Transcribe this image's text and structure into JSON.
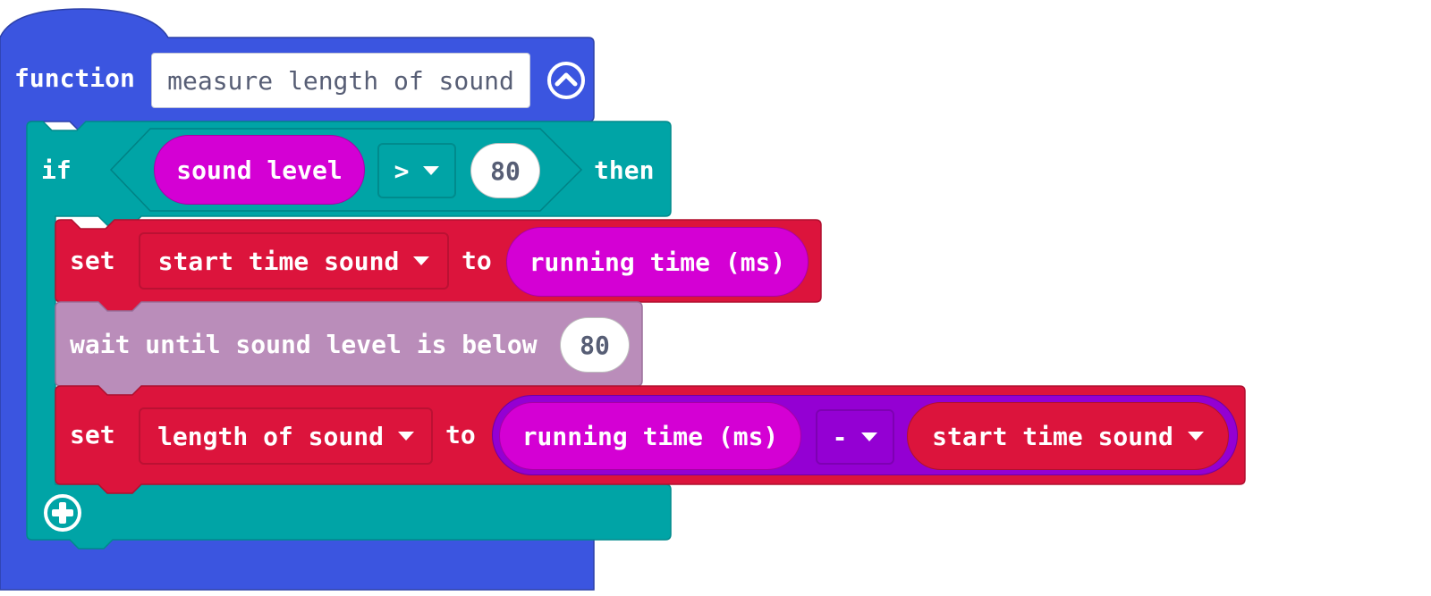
{
  "function_block": {
    "keyword": "function",
    "name": "measure length of sound",
    "collapse_icon": "chevron-up-circle-icon",
    "color": "#3b55e0"
  },
  "if_block": {
    "keyword_if": "if",
    "keyword_then": "then",
    "condition": {
      "left": "sound level",
      "operator": ">",
      "right": "80"
    },
    "color": "#00a4a6",
    "add_icon": "plus-circle-icon"
  },
  "set_start": {
    "keyword_set": "set",
    "variable": "start time sound",
    "keyword_to": "to",
    "value": "running time (ms)",
    "color": "#dc143c"
  },
  "wait_block": {
    "label": "wait until sound level is below",
    "value": "80",
    "color": "#ba8dba"
  },
  "set_length": {
    "keyword_set": "set",
    "variable": "length of sound",
    "keyword_to": "to",
    "left": "running time (ms)",
    "operator": "-",
    "right": "start time sound",
    "color": "#dc143c"
  }
}
